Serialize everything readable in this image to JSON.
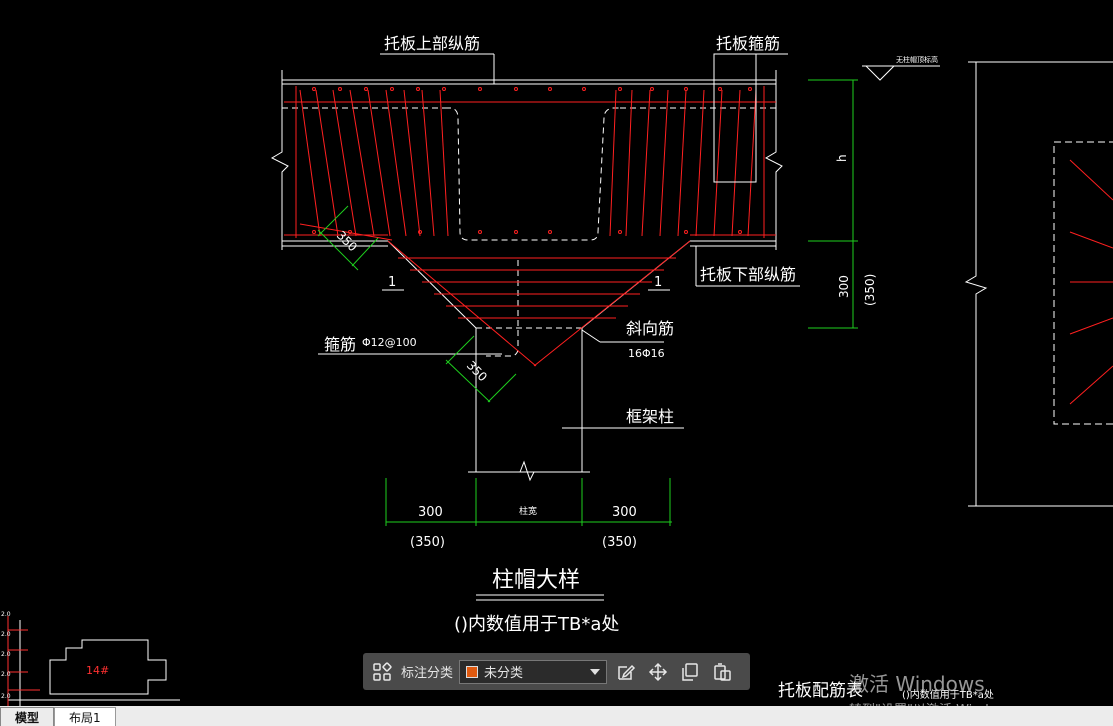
{
  "drawing": {
    "top_long_bar": "托板上部纵筋",
    "stirrup_top": "托板箍筋",
    "elevation_note": "无柱帽顶标高",
    "bottom_long_bar": "托板下部纵筋",
    "dim_h": "h",
    "dim_300_v": "300",
    "dim_350_v": "(350)",
    "dim_350_diag_upper": "350",
    "dim_350_diag_lower": "350",
    "section_mark_left": "1",
    "section_mark_right": "1",
    "stirrup_label": "箍筋",
    "stirrup_spec": "Φ12@100",
    "diag_bar_label": "斜向筋",
    "diag_bar_spec": "16Φ16",
    "frame_column": "框架柱",
    "dim_300_left": "300",
    "dim_350_left": "(350)",
    "dim_col_width": "柱宽",
    "dim_300_right": "300",
    "dim_350_right": "(350)",
    "title": "柱帽大样",
    "subtitle": "()内数值用于TB*a处",
    "table_title": "托板配筋表",
    "table_note": "()内数值用于TB*a处",
    "minimap_tag": "14#",
    "minimap_ticks": [
      "2.0",
      "2.0",
      "2.0",
      "2.0",
      "2.0"
    ]
  },
  "toolbar": {
    "grid_icon": "grid-icon",
    "label": "标注分类",
    "select_value": "未分类",
    "swatch_color": "#e05a10",
    "edit_icon": "edit-icon",
    "move_icon": "move-icon",
    "copy_icon": "copy-icon",
    "paste_icon": "paste-icon"
  },
  "tabs": [
    {
      "label": "模型"
    },
    {
      "label": "布局1"
    }
  ],
  "watermark": {
    "line1": "激活 Windows",
    "line2": "转到\"设置\"以激活 Windows。"
  },
  "colors": {
    "background": "#000000",
    "line_white": "#ffffff",
    "rebar_red": "#ff2020",
    "dimension_green": "#1ecf1e",
    "minimap_red": "#ff3030"
  }
}
